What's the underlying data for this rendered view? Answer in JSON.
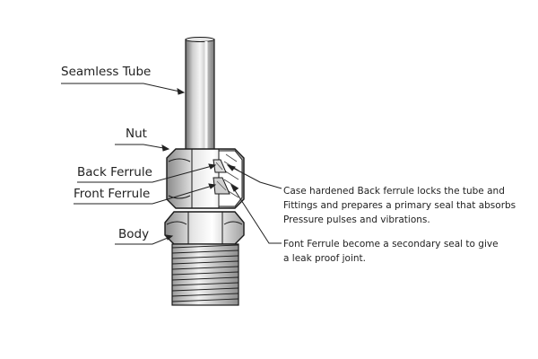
{
  "labels": {
    "tube": "Seamless Tube",
    "nut": "Nut",
    "back_ferrule": "Back Ferrule",
    "front_ferrule": "Front Ferrule",
    "body": "Body"
  },
  "notes": {
    "back_ferrule_lines": [
      "Case hardened Back ferrule locks the tube and",
      "Fittings and prepares a primary seal that absorbs",
      "Pressure pulses and vibrations."
    ],
    "front_ferrule_lines": [
      "Font Ferrule become a secondary seal to give",
      "a leak proof joint."
    ]
  },
  "colors": {
    "outline": "#1a1a1a",
    "tube_dark": "#6f6f6f",
    "tube_light": "#f2f2f2",
    "thread_dark": "#9a9a9a",
    "leader": "#222222"
  }
}
